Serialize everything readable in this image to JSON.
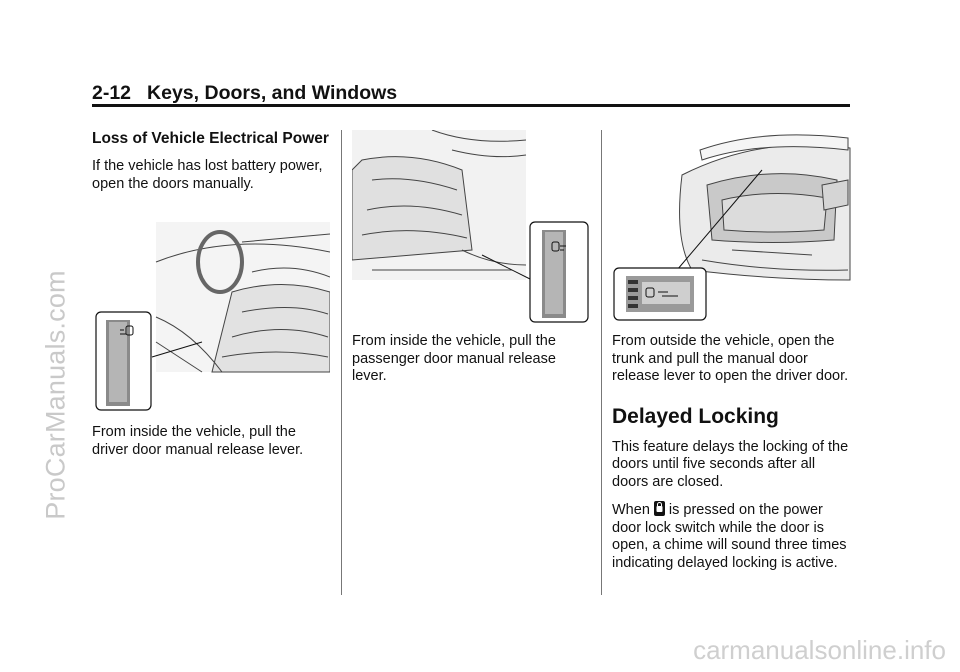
{
  "header": {
    "page_number": "2-12",
    "section_title": "Keys, Doors, and Windows"
  },
  "col1": {
    "heading": "Loss of Vehicle Electrical Power",
    "intro": "If the vehicle has lost battery power, open the doors manually.",
    "caption": "From inside the vehicle, pull the driver door manual release lever."
  },
  "col2": {
    "caption": "From inside the vehicle, pull the passenger door manual release lever."
  },
  "col3": {
    "caption": "From outside the vehicle, open the trunk and pull the manual door release lever to open the driver door.",
    "delayed_heading": "Delayed Locking",
    "delayed_p1": "This feature delays the locking of the doors until five seconds after all doors are closed.",
    "delayed_p2_start": "When",
    "delayed_p2_end": "is pressed on the power door lock switch while the door is open, a chime will sound three times indicating delayed locking is active."
  },
  "watermarks": {
    "side": "ProCarManuals.com",
    "bottom": "carmanualsonline.info"
  },
  "icons": {
    "lock": "lock-icon"
  }
}
